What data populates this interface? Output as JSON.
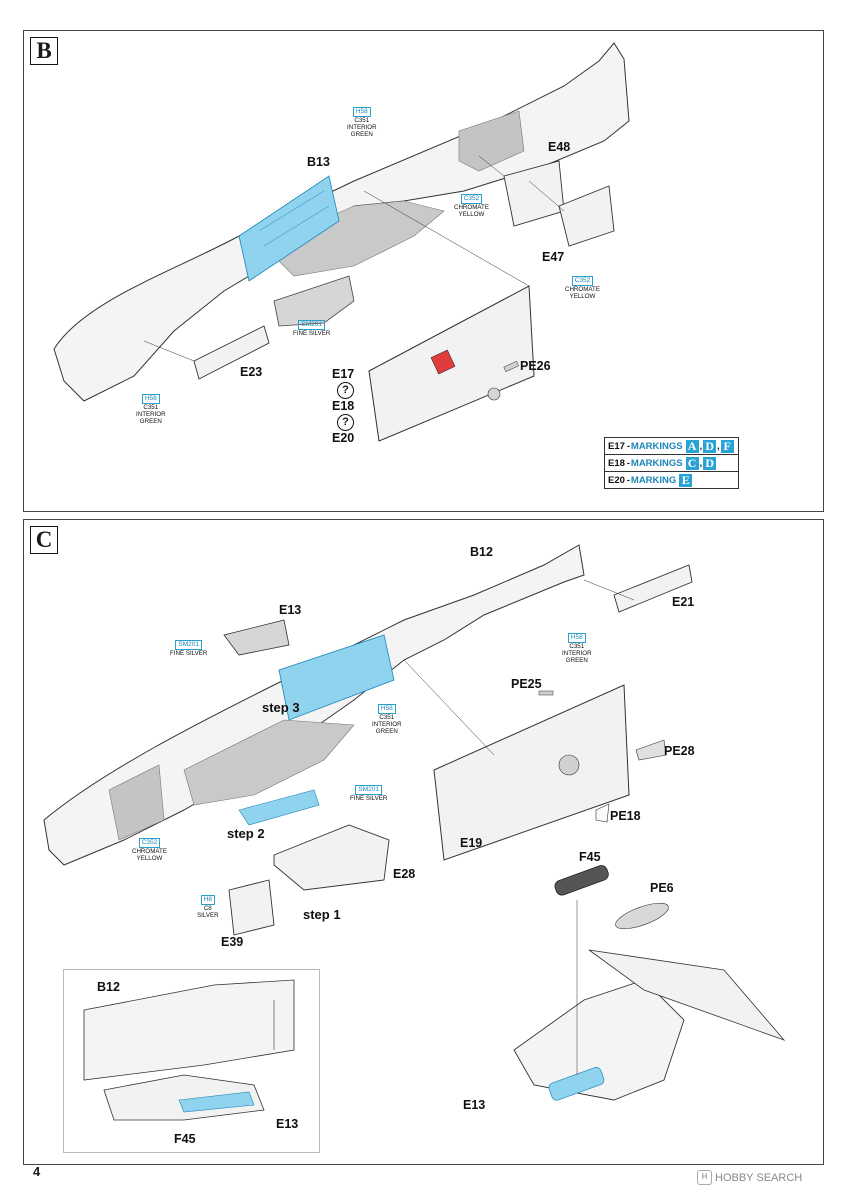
{
  "page_number": "4",
  "watermark": "HOBBY SEARCH",
  "colors": {
    "accent": "#29a3d6",
    "part_fill": "#f2f2f2",
    "highlight_blue": "#8fd3ef",
    "warn_red": "#e23b3b",
    "shade": "#c9c9c9"
  },
  "panel_b": {
    "letter": "B",
    "parts": {
      "b13": "B13",
      "e48": "E48",
      "e47": "E47",
      "e23": "E23",
      "e17": "E17",
      "e18": "E18",
      "e20": "E20",
      "pe26": "PE26"
    },
    "paints": [
      {
        "code": "H58",
        "c": "C351",
        "name1": "INTERIOR",
        "name2": "GREEN"
      },
      {
        "code": "C352",
        "c": "",
        "name1": "CHROMATE",
        "name2": "YELLOW"
      },
      {
        "code": "C352",
        "c": "",
        "name1": "CHROMATE",
        "name2": "YELLOW"
      },
      {
        "code": "SM201",
        "c": "",
        "name1": "FINE SILVER",
        "name2": ""
      },
      {
        "code": "H58",
        "c": "C351",
        "name1": "INTERIOR",
        "name2": "GREEN"
      }
    ],
    "question_mark": "?",
    "legend": [
      {
        "part": "E17",
        "word": "MARKINGS",
        "marks": [
          "A",
          "D",
          "F"
        ]
      },
      {
        "part": "E18",
        "word": "MARKINGS",
        "marks": [
          "C",
          "D"
        ]
      },
      {
        "part": "E20",
        "word": "MARKING",
        "marks": [
          "E"
        ]
      }
    ],
    "legend_dash": "-"
  },
  "panel_c": {
    "letter": "C",
    "parts": {
      "b12": "B12",
      "e21": "E21",
      "e13": "E13",
      "pe25": "PE25",
      "pe28": "PE28",
      "pe18": "PE18",
      "e19": "E19",
      "f45": "F45",
      "pe6": "PE6",
      "e28": "E28",
      "e39": "E39",
      "e13b": "E13"
    },
    "steps": {
      "s1": "step 1",
      "s2": "step 2",
      "s3": "step 3"
    },
    "paints": [
      {
        "code": "SM201",
        "c": "",
        "name1": "FINE SILVER",
        "name2": ""
      },
      {
        "code": "H58",
        "c": "C351",
        "name1": "INTERIOR",
        "name2": "GREEN"
      },
      {
        "code": "H58",
        "c": "C351",
        "name1": "INTERIOR",
        "name2": "GREEN"
      },
      {
        "code": "SM201",
        "c": "",
        "name1": "FINE SILVER",
        "name2": ""
      },
      {
        "code": "C352",
        "c": "",
        "name1": "CHROMATE",
        "name2": "YELLOW"
      },
      {
        "code": "H8",
        "c": "C8",
        "name1": "SILVER",
        "name2": ""
      }
    ],
    "inset": {
      "b12": "B12",
      "f45": "F45",
      "e13": "E13"
    }
  }
}
